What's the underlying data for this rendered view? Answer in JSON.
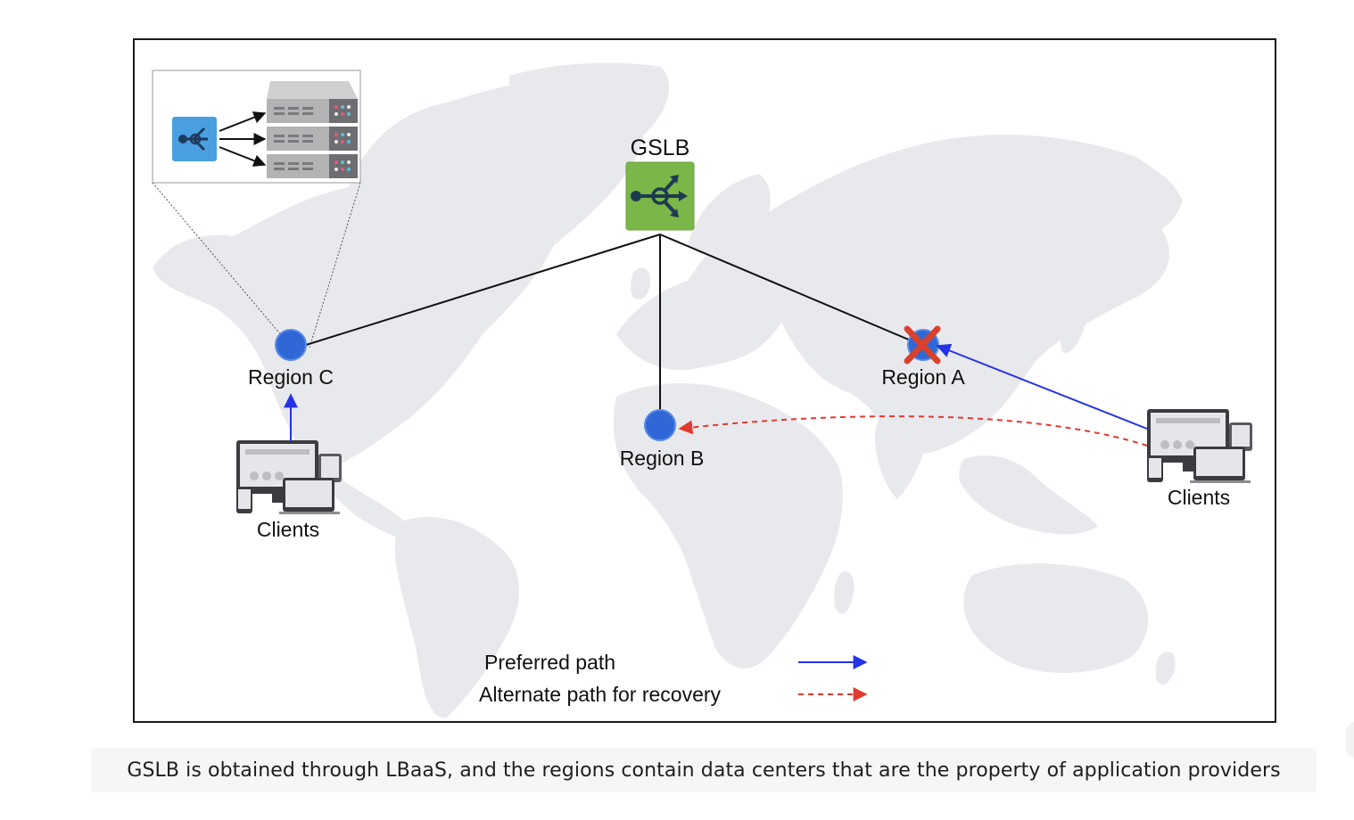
{
  "diagram": {
    "gslb_label": "GSLB",
    "regions": {
      "a": "Region A",
      "b": "Region B",
      "c": "Region C"
    },
    "clients_label": "Clients",
    "legend": {
      "preferred": "Preferred path",
      "alternate": "Alternate path for recovery"
    },
    "colors": {
      "region_node": "#2f68d6",
      "gslb_fill": "#7ab648",
      "preferred_path": "#2433e8",
      "alternate_path": "#e03a2f",
      "failure_mark": "#d9412d",
      "map_land": "#e8e9ed"
    },
    "icons": [
      "load-balancer-icon",
      "server-icon",
      "gslb-icon",
      "failure-x-icon",
      "clients-devices-icon"
    ]
  },
  "caption": "GSLB is obtained through LBaaS, and the regions contain data centers that are the property of application providers"
}
